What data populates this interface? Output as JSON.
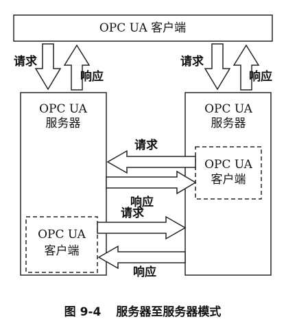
{
  "diagram": {
    "top_client": "OPC UA 客户端",
    "left_server_line1": "OPC UA",
    "left_server_line2": "服务器",
    "right_server_line1": "OPC UA",
    "right_server_line2": "服务器",
    "right_inner_client_line1": "OPC UA",
    "right_inner_client_line2": "客户端",
    "left_inner_client_line1": "OPC UA",
    "left_inner_client_line2": "客户端",
    "request": "请求",
    "response": "响应"
  },
  "caption": {
    "number": "图 9-4",
    "title": "服务器至服务器模式"
  }
}
